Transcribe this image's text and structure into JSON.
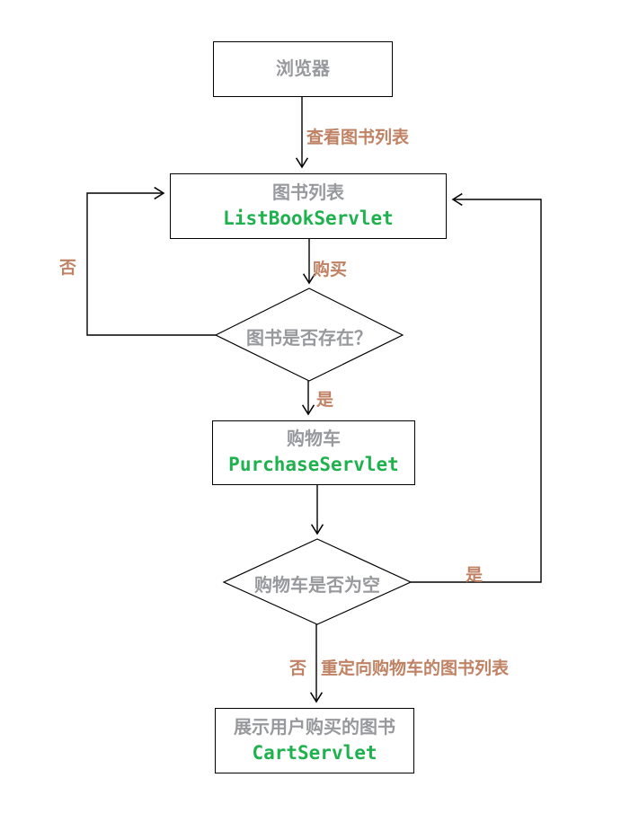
{
  "colors": {
    "node_text": "#98999D",
    "servlet_green": "#1FB14E",
    "edge_label": "#BF8264",
    "line": "#000000"
  },
  "nodes": {
    "browser": {
      "title": "浏览器"
    },
    "book_list": {
      "title": "图书列表",
      "servlet": "ListBookServlet"
    },
    "book_exists_decision": {
      "title": "图书是否存在？"
    },
    "cart": {
      "title": "购物车",
      "servlet": "PurchaseServlet"
    },
    "cart_empty_decision": {
      "title": "购物车是否为空"
    },
    "show_purchased": {
      "title": "展示用户购买的图书",
      "servlet": "CartServlet"
    }
  },
  "edge_labels": {
    "view_book_list": "查看图书列表",
    "buy": "购买",
    "book_not_exists": "否",
    "book_exists": "是",
    "cart_is_empty": "是",
    "cart_not_empty": "否",
    "redirect": "重定向购物车的图书列表"
  }
}
